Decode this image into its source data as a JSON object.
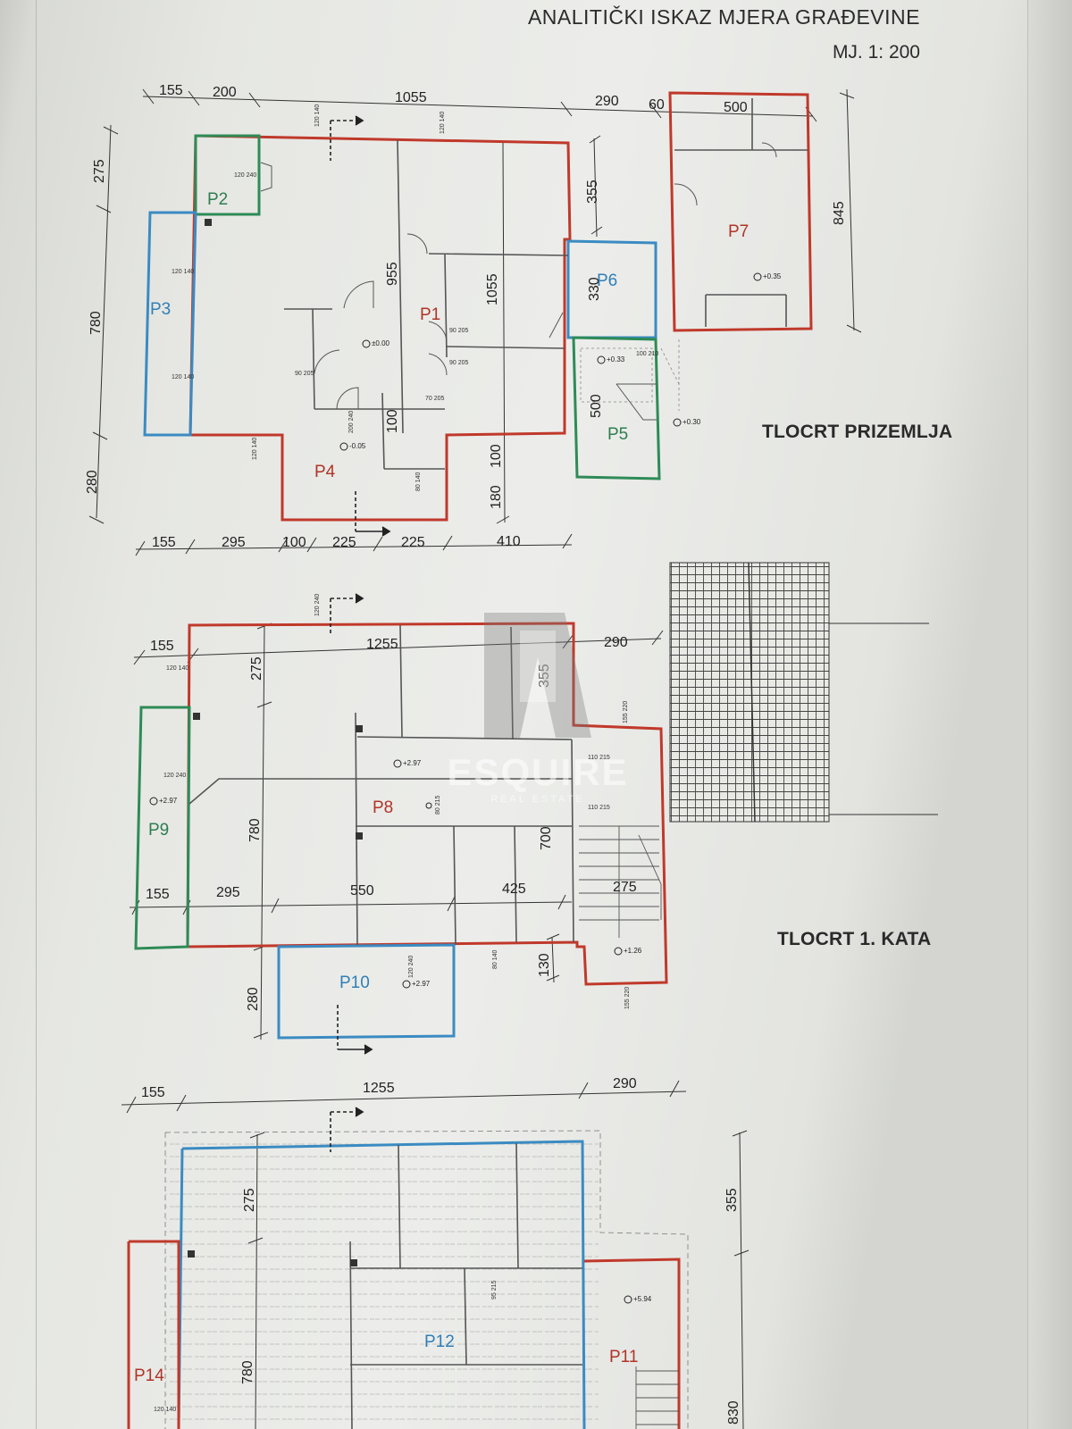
{
  "document": {
    "title": "ANALITIČKI ISKAZ MJERA GRAĐEVINE",
    "scale": "MJ. 1: 200"
  },
  "plan_labels": {
    "ground_floor": "TLOCRT PRIZEMLJA",
    "first_floor": "TLOCRT 1. KATA"
  },
  "watermark": {
    "brand": "ESQUIRE",
    "sub": "REAL ESTATE"
  },
  "rooms": {
    "p1": "P1",
    "p2": "P2",
    "p3": "P3",
    "p4": "P4",
    "p5": "P5",
    "p6": "P6",
    "p7": "P7",
    "p8": "P8",
    "p9": "P9",
    "p10": "P10",
    "p11": "P11",
    "p12": "P12",
    "p14": "P14"
  },
  "dimensions": {
    "g_top_155": "155",
    "g_top_200": "200",
    "g_top_1055": "1055",
    "g_top_290": "290",
    "g_top_60": "60",
    "g_top_500": "500",
    "g_left_275": "275",
    "g_left_780": "780",
    "g_left_280": "280",
    "g_in_955": "955",
    "g_in_1055": "1055",
    "g_in_355": "355",
    "g_in_330": "330",
    "g_in_500": "500",
    "g_in_845": "845",
    "g_in_100a": "100",
    "g_in_100b": "100",
    "g_in_180": "180",
    "g_bot_155": "155",
    "g_bot_295": "295",
    "g_bot_100": "100",
    "g_bot_225a": "225",
    "g_bot_225b": "225",
    "g_bot_410": "410",
    "f_top_155": "155",
    "f_top_1255": "1255",
    "f_top_290": "290",
    "f_in_275": "275",
    "f_in_355": "355",
    "f_in_780": "780",
    "f_in_700": "700",
    "f_in_275b": "275",
    "f_row_155": "155",
    "f_row_295": "295",
    "f_row_550": "550",
    "f_row_425": "425",
    "f_in_130": "130",
    "f_left_280": "280",
    "r_top_155": "155",
    "r_top_1255": "1255",
    "r_top_290": "290",
    "r_in_275": "275",
    "r_in_780": "780",
    "r_right_355": "355",
    "r_right_830": "830"
  },
  "levels": {
    "g_0": "±0.00",
    "g_m005": "-0.05",
    "g_033": "+0.33",
    "g_030": "+0.30",
    "g_035": "+0.35",
    "f_297a": "+2.97",
    "f_297b": "+2.97",
    "f_297c": "+2.97",
    "f_126": "+1.26",
    "r_594": "+5.94"
  },
  "openings": {
    "o1": "120 140",
    "o2": "120 140",
    "o3": "120 240",
    "o4": "120 140",
    "o5": "120 140",
    "o6": "120 140",
    "o7": "80 140",
    "o8": "90 205",
    "o9": "90 205",
    "o10": "100 210",
    "o11": "200 240",
    "o12": "70 205",
    "o13": "90 205",
    "o14": "120 240",
    "o15": "120 240",
    "o16": "80 215",
    "o17": "110 215",
    "o18": "155 220",
    "o19": "110 215",
    "o20": "80 140",
    "o21": "155 220",
    "o22": "120 140",
    "o23": "120 240",
    "o24": "95 215",
    "o25": "120 140"
  }
}
